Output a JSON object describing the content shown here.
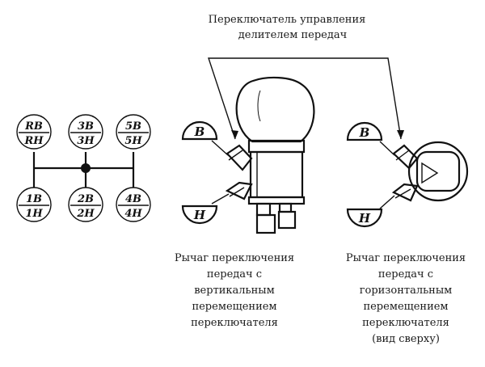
{
  "title": {
    "line1": "Переключатель управления",
    "line2": "делителем передач"
  },
  "shift_pattern": {
    "top": [
      {
        "upper": "RB",
        "lower": "RH"
      },
      {
        "upper": "3B",
        "lower": "3H"
      },
      {
        "upper": "5B",
        "lower": "5H"
      }
    ],
    "bottom": [
      {
        "upper": "1B",
        "lower": "1H"
      },
      {
        "upper": "2B",
        "lower": "2H"
      },
      {
        "upper": "4B",
        "lower": "4H"
      }
    ]
  },
  "switch_labels": {
    "high": "B",
    "low": "H"
  },
  "captions": {
    "vertical": [
      "Рычаг переключения",
      "передач с",
      "вертикальным",
      "перемещением",
      "переключателя"
    ],
    "horizontal": [
      "Рычаг переключения",
      "передач с",
      "горизонтальным",
      "перемещением",
      "переключателя",
      "(вид сверху)"
    ]
  }
}
